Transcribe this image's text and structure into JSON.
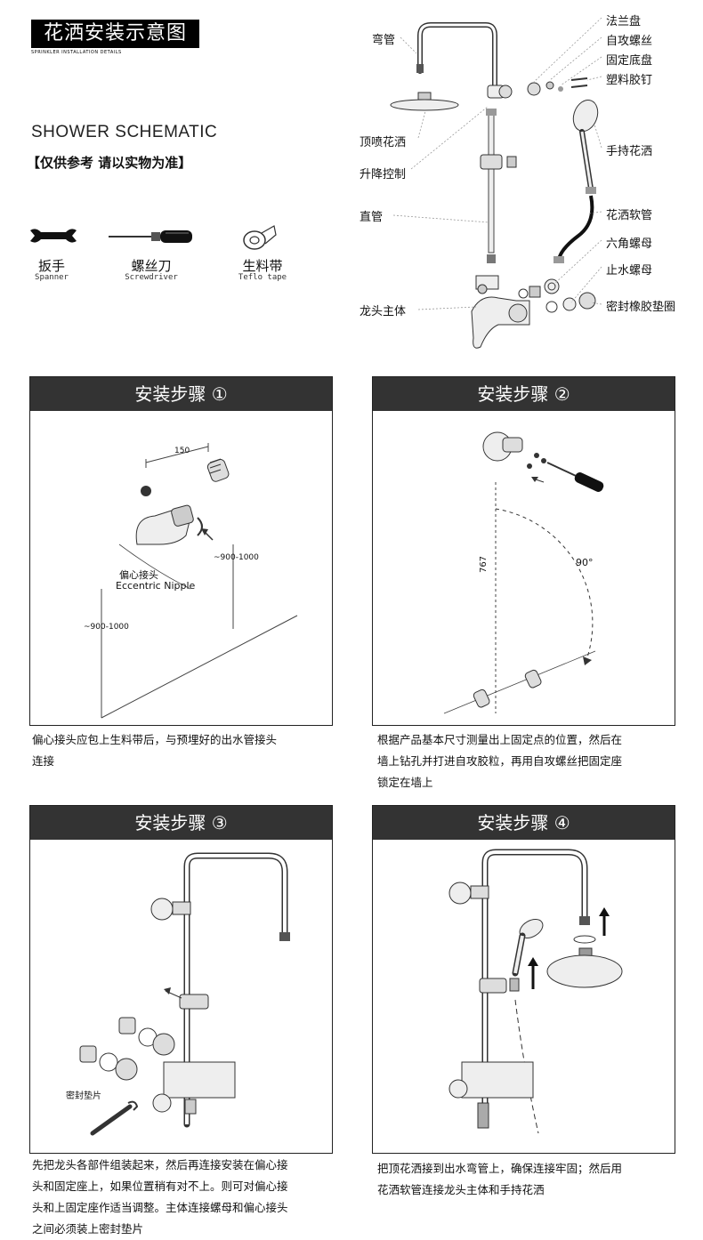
{
  "title": "花洒安装示意图",
  "title_sub": "SPRINKLER INSTALLATION DETAILS",
  "schematic_label": "SHOWER SCHEMATIC",
  "reference_note": "【仅供参考 请以实物为准】",
  "tools": [
    {
      "name": "扳手",
      "en": "Spanner"
    },
    {
      "name": "螺丝刀",
      "en": "Screwdriver"
    },
    {
      "name": "生料带",
      "en": "Teflo tape"
    }
  ],
  "parts_left": [
    "弯管",
    "顶喷花洒",
    "升降控制",
    "直管",
    "龙头主体"
  ],
  "parts_right": [
    "法兰盘",
    "自攻螺丝",
    "固定底盘",
    "塑料胶钉",
    "手持花洒",
    "花洒软管",
    "六角螺母",
    "止水螺母",
    "密封橡胶垫圈"
  ],
  "steps": [
    {
      "title": "安装步骤 ①",
      "caption_lines": [
        "偏心接头应包上生料带后，与预埋好的出水管接头",
        "连接"
      ],
      "dims": {
        "d1": "150",
        "d2": "~900-1000",
        "d3": "~900-1000"
      },
      "label_cn": "偏心接头",
      "label_en": "Eccentric Nipple"
    },
    {
      "title": "安装步骤 ②",
      "caption_lines": [
        "根据产品基本尺寸测量出上固定点的位置，然后在",
        "墙上钻孔并打进自攻胶粒，再用自攻螺丝把固定座",
        "锁定在墙上"
      ],
      "dims": {
        "height": "767",
        "angle": "90°"
      }
    },
    {
      "title": "安装步骤 ③",
      "caption_lines": [
        "先把龙头各部件组装起来，然后再连接安装在偏心接",
        "头和固定座上，如果位置稍有对不上。则可对偏心接",
        "头和上固定座作适当调整。主体连接螺母和偏心接头",
        "之间必须装上密封垫片"
      ],
      "label_cn": "密封垫片"
    },
    {
      "title": "安装步骤 ④",
      "caption_lines": [
        "把顶花洒接到出水弯管上，确保连接牢固；然后用",
        "花洒软管连接龙头主体和手持花洒"
      ]
    }
  ]
}
